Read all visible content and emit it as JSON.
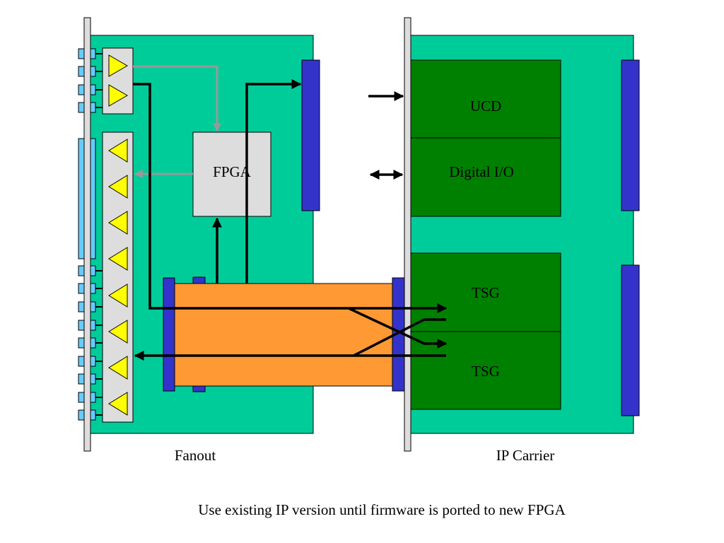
{
  "fanout": {
    "title": "Fanout",
    "fpga_label": "FPGA"
  },
  "ip_carrier": {
    "title": "IP Carrier",
    "modules": [
      {
        "label": "UCD"
      },
      {
        "label": "Digital I/O"
      },
      {
        "label": "TSG"
      },
      {
        "label": "TSG"
      }
    ]
  },
  "caption": "Use existing IP version until firmware is ported to new FPGA",
  "colors": {
    "board": "#00cc99",
    "module": "#008000",
    "connector": "#3333cc",
    "cable": "#ff9933",
    "chip": "#dddddd",
    "port": "#66ccff",
    "amplifier": "#ffff00",
    "signal": "#000000",
    "internal_signal": "#999999"
  }
}
